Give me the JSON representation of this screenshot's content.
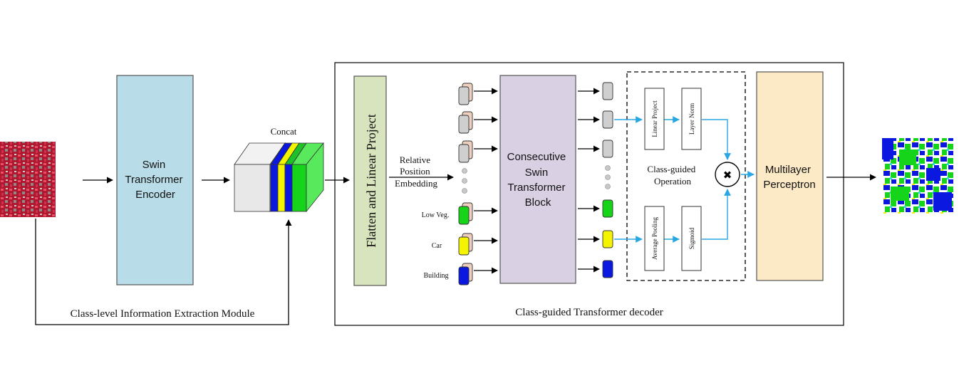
{
  "encoder": {
    "label_lines": [
      "Swin",
      "Transformer",
      "Encoder"
    ]
  },
  "concat_label": "Concat",
  "flatten": {
    "label": "Flatten and Linear Project"
  },
  "position_embedding": {
    "label_lines": [
      "Relative",
      "Position",
      "Embedding"
    ]
  },
  "class_labels": [
    "Low Veg.",
    "Car",
    "Building"
  ],
  "swin_block": {
    "label_lines": [
      "Consecutive",
      "Swin",
      "Transformer",
      "Block"
    ]
  },
  "cgo": {
    "linear_project": "Linear Project",
    "layer_norm": "Layer Norm",
    "average_pooling": "Average Pooling",
    "sigmoid": "Sigmoid",
    "operation_lines": [
      "Class-guided",
      "Operation"
    ],
    "multiply_symbol": "✖"
  },
  "mlp": {
    "label_lines": [
      "Multilayer",
      "Perceptron"
    ]
  },
  "module_label": "Class-level Information Extraction Module",
  "decoder_label": "Class-guided Transformer decoder",
  "colors": {
    "encoder_fill": "#b9dde8",
    "flatten_fill": "#d8e4bd",
    "swin_fill": "#d9d0e3",
    "mlp_fill": "#fce9c6",
    "token_peach": "#efcfbf",
    "token_gray": "#cfcfcf",
    "low_veg": "#16d41a",
    "car": "#f4f400",
    "building": "#0a18e0",
    "arrow_blue": "#2aa7e3"
  }
}
